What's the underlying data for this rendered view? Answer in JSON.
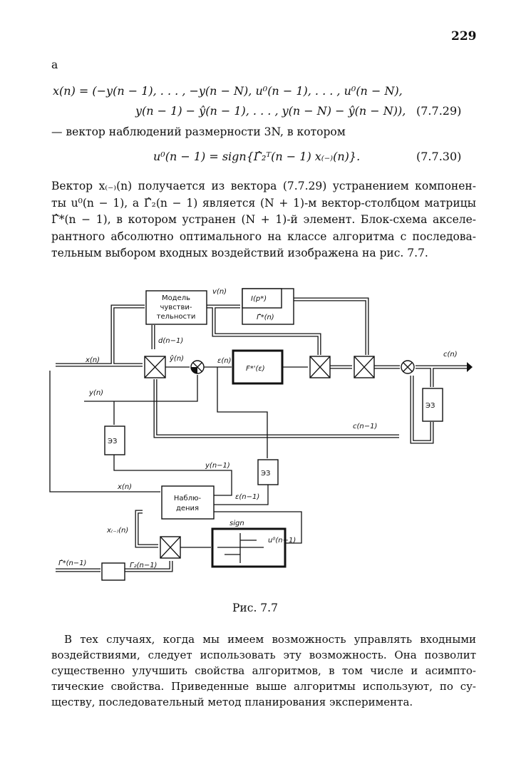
{
  "page_number": "229",
  "intro_word": "а",
  "equation_1": {
    "line1": "x(n) = (−y(n − 1), . . . , −y(n − N), u⁰(n − 1), . . . , u⁰(n − N),",
    "line2": "y(n − 1) − ŷ(n − 1), . . . , y(n − N) − ŷ(n − N)),",
    "number": "(7.7.29)"
  },
  "vector_text": "— вектор наблюдений размерности 3N, в котором",
  "equation_2": {
    "text": "u⁰(n − 1) = sign{Γ̂₂ᵀ(n − 1) x₍₋₎(n)}.",
    "number": "(7.7.30)"
  },
  "paragraph_1": [
    "Вектор x₍₋₎(n) получается из вектора (7.7.29) устранением компонен-",
    "ты u⁰(n − 1), а Γ̂₂(n − 1) является (N + 1)-м вектор-столбцом матрицы",
    "Γ̂*(n − 1), в котором устранен (N + 1)-й элемент. Блок-схема акселе-",
    "рантного абсолютно оптимального на классе алгоритма с последова-",
    "тельным выбором входных воздействий изображена на рис. 7.7."
  ],
  "diagram": {
    "model_box": [
      "Модель",
      "чувстви-",
      "тельности"
    ],
    "v_label": "v(n)",
    "I_box": "I(p*)",
    "gamma_star_label": "Γ̂*(n)",
    "d_label": "d(n−1)",
    "x_label": "x(n)",
    "yhat_label": "ŷ(n)",
    "eps_label": "ε(n)",
    "F_box": "F*'(ε)",
    "c_label": "c(n)",
    "ee_label": "ЭЗ",
    "y_label": "y(n)",
    "c_prev_label": "c(n−1)",
    "y_prev_label": "y(n−1)",
    "x_label_2": "x(n)",
    "eps_prev_label": "ε(n−1)",
    "obs_box": [
      "Наблю-",
      "дения"
    ],
    "x_minus_label": "x₍₋₎(n)",
    "sign_label": "sign",
    "u_label": "u⁰(n−1)",
    "gamma_prev_label": "Γ̂*(n−1)",
    "gamma2_label": "Γ₂(n−1)"
  },
  "caption": "Рис. 7.7",
  "paragraph_2": [
    "В тех случаях, когда мы имеем возможность управлять входными",
    "воздействиями, следует использовать эту возможность. Она позволит",
    "существенно улучшить свойства алгоритмов, в том числе и асимпто-",
    "тические свойства. Приведенные выше алгоритмы используют, по су-",
    "ществу, последовательный метод планирования эксперимента."
  ]
}
